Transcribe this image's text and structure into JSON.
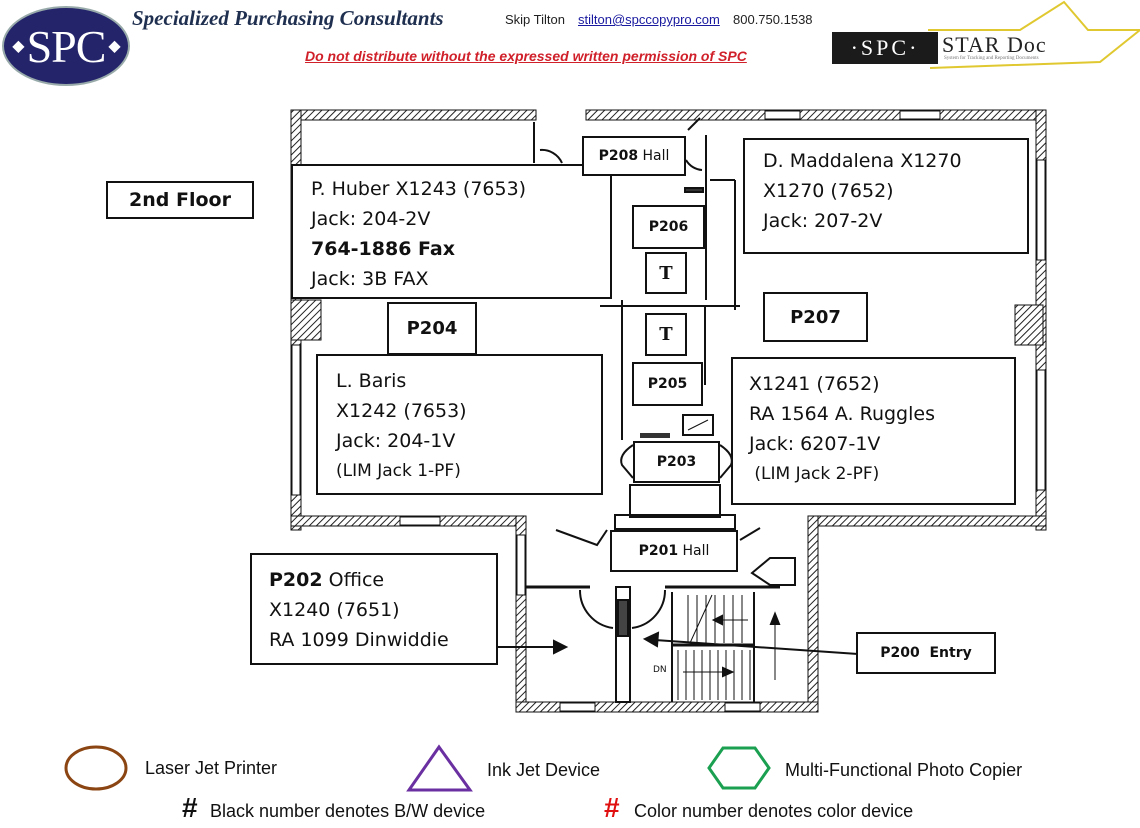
{
  "header": {
    "logo_text": "SPC",
    "company_name": "Specialized Purchasing Consultants",
    "contact_name": "Skip Tilton",
    "contact_email": "stilton@spccopypro.com",
    "contact_phone": "800.750.1538",
    "warning": "Do not distribute without the expressed written permission of SPC",
    "stardoc_logo_left": "·SPC·",
    "stardoc_logo_right": "STAR Doc",
    "stardoc_tagline": "System for Tracking and Reporting Documents"
  },
  "floor_label": "2nd  Floor",
  "rooms": {
    "huber": {
      "line1": "P. Huber X1243 (7653)",
      "line2": "Jack: 204-2V",
      "line3": "764-1886 Fax",
      "line4": "Jack:  3B FAX"
    },
    "maddalena": {
      "line1": "D. Maddalena X1270",
      "line2": "X1270 (7652)",
      "line3": "Jack:  207-2V"
    },
    "baris": {
      "line1": "L. Baris",
      "line2": "X1242 (7653)",
      "line3": "Jack: 204-1V",
      "line4": "(LIM Jack 1-PF)"
    },
    "ruggles": {
      "line1": "X1241 (7652)",
      "line2": "RA 1564 A. Ruggles",
      "line3": "Jack:  6207-1V",
      "line4": " (LIM Jack 2-PF)"
    },
    "p202": {
      "room": "P202",
      "room_type": " Office",
      "line2": "X1240 (7651)",
      "line3": "RA 1099 Dinwiddie"
    },
    "p208": {
      "id": "P208",
      "type": " Hall"
    },
    "p201": {
      "id": "P201",
      "type": " Hall"
    },
    "p200": {
      "id": "P200",
      "type": "  Entry"
    },
    "p204": "P204",
    "p207": "P207",
    "p206": "P206",
    "p205": "P205",
    "p203": "P203",
    "toilet_1": "T",
    "toilet_2": "T",
    "stairs_dn": "DN"
  },
  "legend": {
    "laser": {
      "label": "Laser Jet Printer",
      "color": "#8b4513"
    },
    "inkjet": {
      "label": "Ink Jet Device",
      "color": "#6a2fa0"
    },
    "mfp": {
      "label": "Multi-Functional Photo Copier",
      "color": "#1aa050"
    },
    "bw_symbol": "#",
    "bw_label": "Black number denotes B/W device",
    "color_symbol": "#",
    "color_label": "Color number denotes color device",
    "color_symbol_color": "#e01010"
  }
}
